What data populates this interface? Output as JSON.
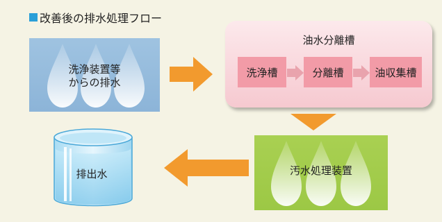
{
  "title": "改善後の排水処理フロー",
  "colors": {
    "title_square": "#2a9fd8",
    "source_box": "#9fc3e1",
    "oil_box": "#f6c9d0",
    "oil_step": "#f29ba7",
    "waste_box": "#9cc845",
    "arrow": "#f29a2e"
  },
  "source": {
    "label_line1": "洗浄装置等",
    "label_line2": "からの排水"
  },
  "oil_separator": {
    "title": "油水分離槽",
    "steps": [
      "洗浄槽",
      "分離槽",
      "油収集槽"
    ]
  },
  "wastewater_treatment": {
    "label": "汚水処理装置"
  },
  "discharge": {
    "label": "排出水"
  }
}
